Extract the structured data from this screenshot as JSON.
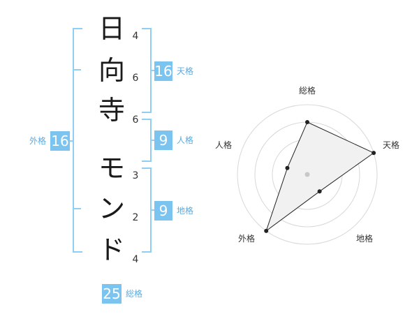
{
  "name": {
    "characters": [
      {
        "char": "日",
        "strokes": "4"
      },
      {
        "char": "向",
        "strokes": "6"
      },
      {
        "char": "寺",
        "strokes": "6"
      },
      {
        "char": "モ",
        "strokes": "3"
      },
      {
        "char": "ン",
        "strokes": "2"
      },
      {
        "char": "ド",
        "strokes": "4"
      }
    ]
  },
  "fortunes": {
    "tenkaku": {
      "value": "16",
      "label": "天格"
    },
    "jinkaku": {
      "value": "9",
      "label": "人格"
    },
    "chikaku": {
      "value": "9",
      "label": "地格"
    },
    "gaikaku": {
      "value": "16",
      "label": "外格"
    },
    "soukaku": {
      "value": "25",
      "label": "総格"
    }
  },
  "colors": {
    "accent": "#7cc4f0",
    "bracket": "#90cef4",
    "text": "#1a1a1a"
  },
  "chart_data": {
    "type": "radar",
    "axes": [
      "総格",
      "天格",
      "地格",
      "外格",
      "人格"
    ],
    "values": [
      0.75,
      1.0,
      0.3,
      1.0,
      0.3
    ],
    "rings": 4
  }
}
